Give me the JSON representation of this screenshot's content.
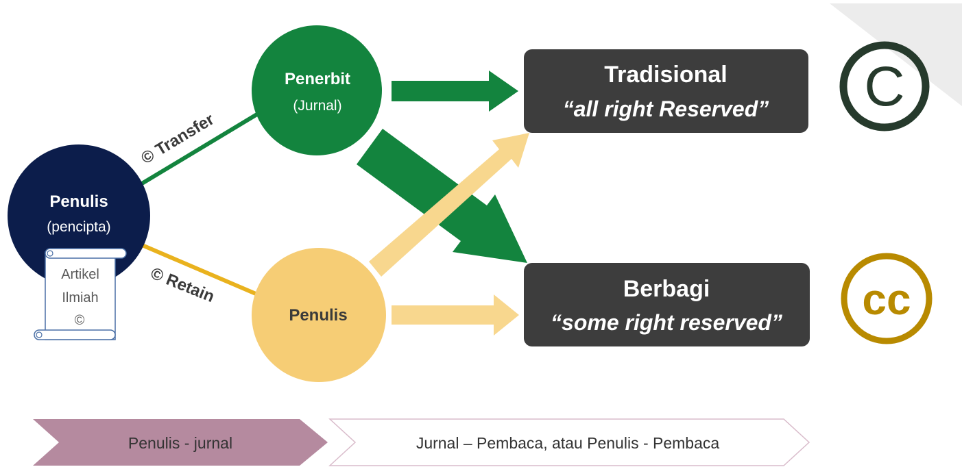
{
  "colors": {
    "green": "#13843e",
    "navy": "#0c1d4b",
    "yellow": "#f6cd75",
    "yellow_arrow": "#f8d78e",
    "dark_box": "#3d3d3d",
    "copyright_green": "#263a2c",
    "cc_gold": "#b88a00",
    "chevron_fill": "#b58a9f",
    "chevron_border": "#d9bccb",
    "corner_gray": "#ececec"
  },
  "nodes": {
    "penulis_pencipta": {
      "title": "Penulis",
      "subtitle": "(pencipta)"
    },
    "penerbit": {
      "title": "Penerbit",
      "subtitle": "(Jurnal)"
    },
    "penulis": {
      "title": "Penulis"
    }
  },
  "scroll": {
    "line1": "Artikel",
    "line2": "Ilmiah",
    "line3": "©"
  },
  "edges": {
    "transfer_label": "© Transfer",
    "retain_label": "© Retain"
  },
  "boxes": {
    "tradisional": {
      "title": "Tradisional",
      "subtitle": "“all right Reserved”"
    },
    "berbagi": {
      "title": "Berbagi",
      "subtitle": "“some right reserved”"
    }
  },
  "icons": {
    "copyright": {
      "name": "copyright-icon",
      "glyph": "C"
    },
    "cc": {
      "name": "creative-commons-icon",
      "glyph": "cc"
    }
  },
  "footer": {
    "stage1": "Penulis - jurnal",
    "stage2": "Jurnal – Pembaca, atau Penulis - Pembaca"
  }
}
